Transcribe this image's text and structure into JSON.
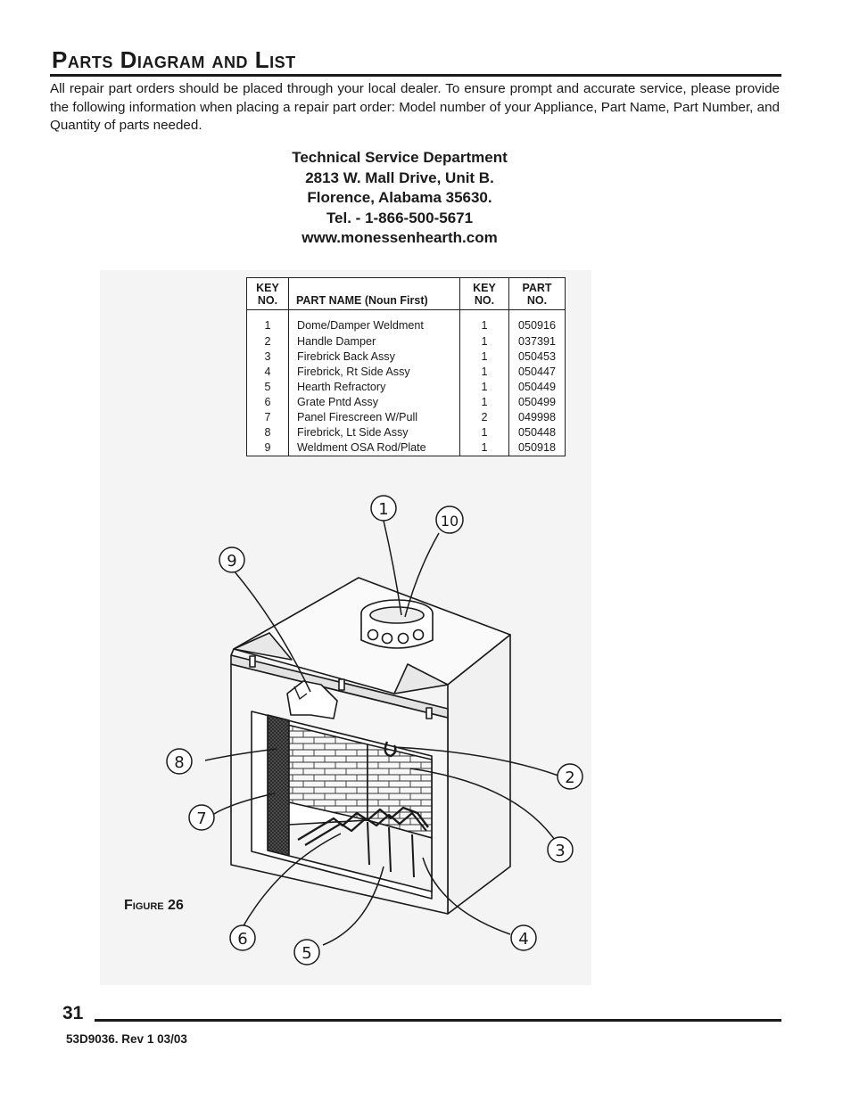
{
  "header": {
    "title": "Parts Diagram and List"
  },
  "intro_text": "All repair part orders should be placed through your local dealer. To ensure prompt and accurate service, please provide the following information when placing a repair part order:  Model number of your Appliance, Part Name, Part Number, and Quantity of parts needed.",
  "address": {
    "department": "Technical Service Department",
    "street": "2813  W. Mall Drive, Unit B.",
    "city": "Florence, Alabama 35630.",
    "phone": "Tel. - 1-866-500-5671",
    "website": "www.monessenhearth.com"
  },
  "parts_table": {
    "headers": {
      "key_no": "KEY NO.",
      "part_name": "PART NAME (Noun First)",
      "qty_key_no": "KEY NO.",
      "part_no": "PART NO."
    },
    "rows": [
      {
        "key": "1",
        "name": "Dome/Damper Weldment",
        "qty": "1",
        "part_no": "050916"
      },
      {
        "key": "2",
        "name": "Handle Damper",
        "qty": "1",
        "part_no": "037391"
      },
      {
        "key": "3",
        "name": "Firebrick Back Assy",
        "qty": "1",
        "part_no": "050453"
      },
      {
        "key": "4",
        "name": "Firebrick, Rt Side Assy",
        "qty": "1",
        "part_no": "050447"
      },
      {
        "key": "5",
        "name": "Hearth Refractory",
        "qty": "1",
        "part_no": "050449"
      },
      {
        "key": "6",
        "name": "Grate Pntd Assy",
        "qty": "1",
        "part_no": "050499"
      },
      {
        "key": "7",
        "name": "Panel Firescreen W/Pull",
        "qty": "2",
        "part_no": "049998"
      },
      {
        "key": "8",
        "name": "Firebrick, Lt Side Assy",
        "qty": "1",
        "part_no": "050448"
      },
      {
        "key": "9",
        "name": "Weldment OSA Rod/Plate",
        "qty": "1",
        "part_no": "050918"
      }
    ]
  },
  "diagram": {
    "callouts": [
      "1",
      "10",
      "9",
      "8",
      "7",
      "2",
      "3",
      "6",
      "5",
      "4"
    ]
  },
  "figure_label": "Figure 26",
  "footer": {
    "page_number": "31",
    "doc_id": "53D9036. Rev 1 03/03"
  }
}
